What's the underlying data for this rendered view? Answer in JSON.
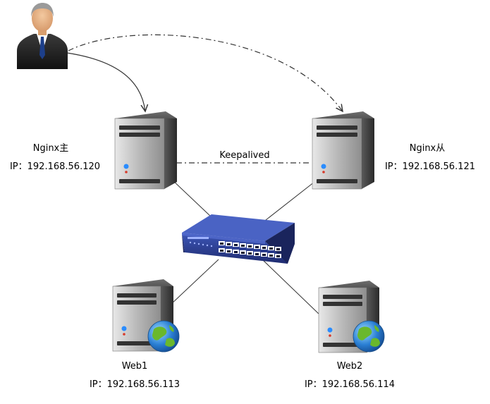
{
  "nodes": {
    "nginx_master": {
      "name": "Nginx主",
      "ip": "IP：192.168.56.120"
    },
    "nginx_slave": {
      "name": "Nginx从",
      "ip": "IP：192.168.56.121"
    },
    "web1": {
      "name": "Web1",
      "ip": "IP：192.168.56.113"
    },
    "web2": {
      "name": "Web2",
      "ip": "IP：192.168.56.114"
    }
  },
  "links": {
    "keepalived_label": "Keepalived"
  },
  "colors": {
    "server_dark": "#3c3c3c",
    "server_light": "#a8a8a8",
    "switch_blue": "#2f3f8f",
    "line": "#333333",
    "globe_blue": "#2a7fd4",
    "globe_green": "#6ab82c"
  },
  "icons": [
    "user-icon",
    "server-icon",
    "switch-icon",
    "globe-icon"
  ]
}
